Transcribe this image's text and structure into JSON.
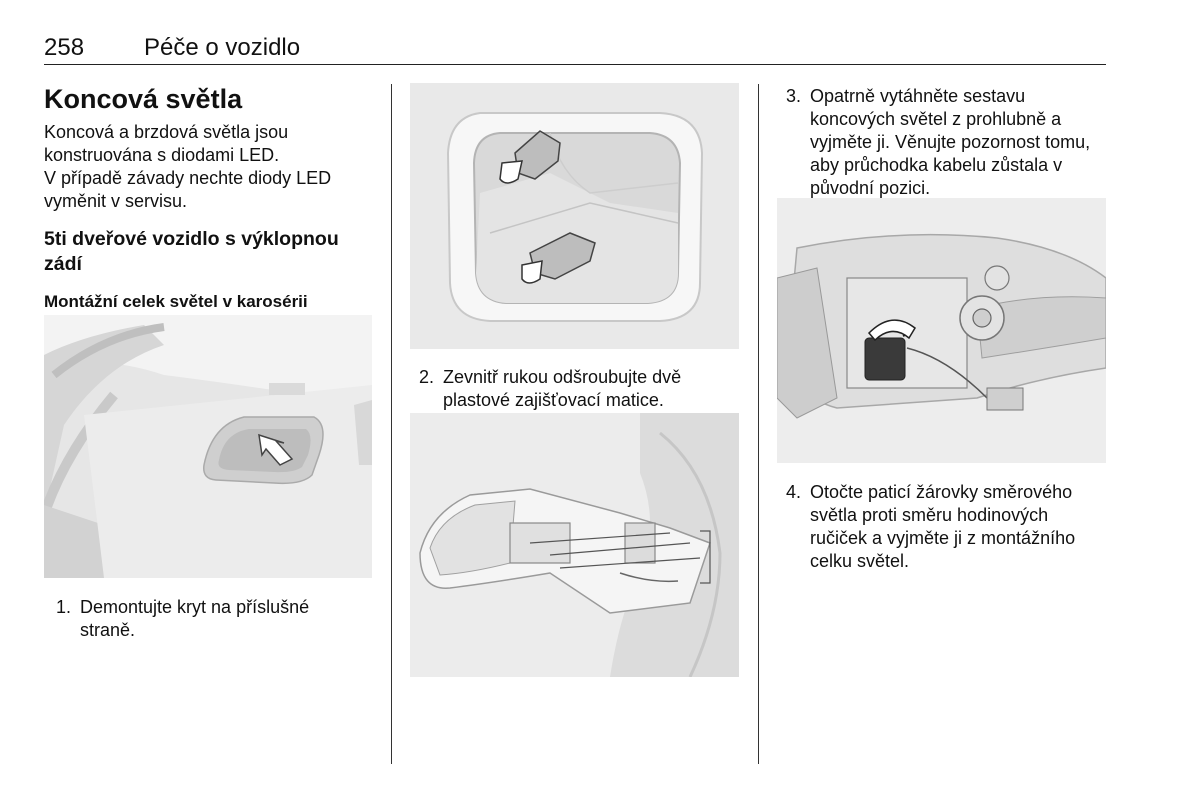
{
  "header": {
    "page_number": "258",
    "chapter": "Péče o vozidlo"
  },
  "section_title": "Koncová světla",
  "intro": [
    "Koncová a brzdová světla jsou konstruována s diodami LED.",
    "V případě závady nechte diody LED vyměnit v servisu."
  ],
  "subheading": "5ti dveřové vozidlo s výklopnou zádí",
  "subsubheading": "Montážní celek světel v karosérii",
  "steps": [
    {
      "number": "1.",
      "text": "Demontujte kryt na příslušné straně."
    },
    {
      "number": "2.",
      "text": "Zevnitř rukou odšroubujte dvě plastové zajišťovací matice."
    },
    {
      "number": "3.",
      "text": "Opatrně vytáhněte sestavu koncových světel z prohlubně a vyjměte ji. Věnujte pozornost tomu, aby průchodka kabelu zůstala v původní pozici."
    },
    {
      "number": "4.",
      "text": "Otočte paticí žárovky směrového světla proti směru hodinových ručiček a vyjměte ji z montážního celku světel."
    }
  ]
}
